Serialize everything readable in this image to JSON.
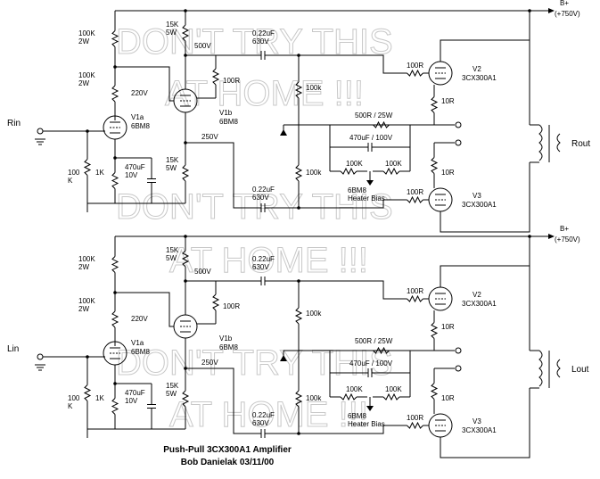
{
  "watermark": {
    "line1": "DON'T TRY THIS",
    "line2": "AT HOME !!!"
  },
  "title": {
    "line1": "Push-Pull 3CX300A1 Amplifier",
    "line2": "Bob Danielak   03/11/00"
  },
  "supply": {
    "name": "B+",
    "voltage": "(+750V)"
  },
  "channels": [
    {
      "input_label": "Rin",
      "output_label": "Rout",
      "r_input": "100\nK",
      "r_top1": "100K\n2W",
      "r_top2": "100K\n2W",
      "v_220": "220V",
      "v1a_name": "V1a",
      "v1a_type": "6BM8",
      "r_1k": "1K",
      "c_cath": "470uF\n10V",
      "r_15k_top": "15K\n5W",
      "v_500": "500V",
      "r_100r_grid": "100R",
      "v1b_name": "V1b",
      "v1b_type": "6BM8",
      "v_250": "250V",
      "r_15k_bot": "15K\n5W",
      "c_top": "0.22uF\n630V",
      "c_bot": "0.22uF\n630V",
      "r_100k_top": "100k",
      "r_100k_bot": "100k",
      "r_500": "500R / 25W",
      "c_470v": "470uF / 100V",
      "r_bias1": "100K",
      "r_bias2": "100K",
      "heater": "6BM8\nHeater Bias",
      "r_grid_v2": "100R",
      "r_grid_v3": "100R",
      "r_10r_v2": "10R",
      "r_10r_v3": "10R",
      "v2_name": "V2",
      "v2_type": "3CX300A1",
      "v3_name": "V3",
      "v3_type": "3CX300A1"
    },
    {
      "input_label": "Lin",
      "output_label": "Lout",
      "r_input": "100\nK",
      "r_top1": "100K\n2W",
      "r_top2": "100K\n2W",
      "v_220": "220V",
      "v1a_name": "V1a",
      "v1a_type": "6BM8",
      "r_1k": "1K",
      "c_cath": "470uF\n10V",
      "r_15k_top": "15K\n5W",
      "v_500": "500V",
      "r_100r_grid": "100R",
      "v1b_name": "V1b",
      "v1b_type": "6BM8",
      "v_250": "250V",
      "r_15k_bot": "15K\n5W",
      "c_top": "0.22uF\n630V",
      "c_bot": "0.22uF\n630V",
      "r_100k_top": "100k",
      "r_100k_bot": "100k",
      "r_500": "500R / 25W",
      "c_470v": "470uF / 100V",
      "r_bias1": "100K",
      "r_bias2": "100K",
      "heater": "6BM8\nHeater Bias",
      "r_grid_v2": "100R",
      "r_grid_v3": "100R",
      "r_10r_v2": "10R",
      "r_10r_v3": "10R",
      "v2_name": "V2",
      "v2_type": "3CX300A1",
      "v3_name": "V3",
      "v3_type": "3CX300A1"
    }
  ]
}
